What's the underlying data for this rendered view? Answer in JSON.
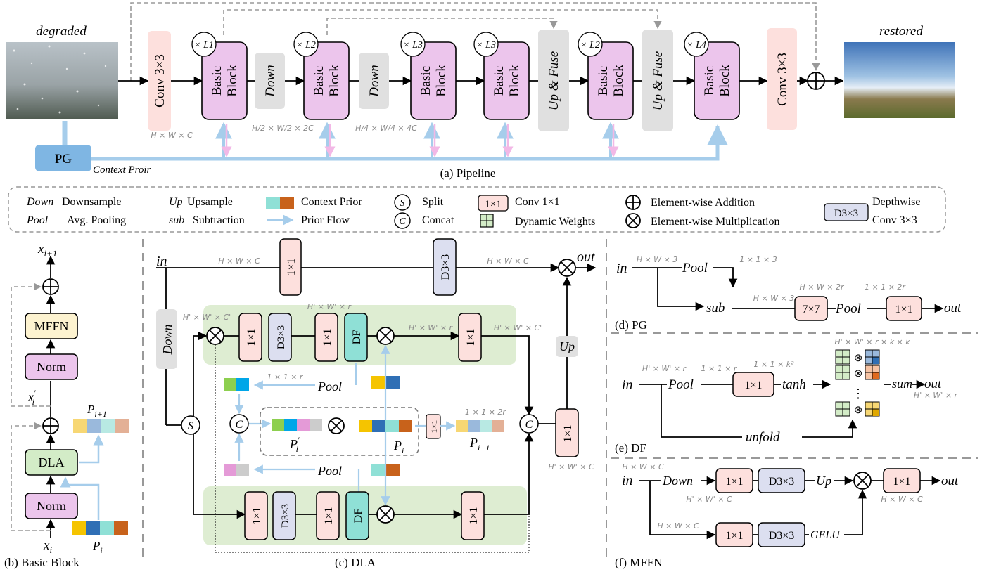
{
  "pipeline": {
    "caption": "(a) Pipeline",
    "input_label": "degraded",
    "output_label": "restored",
    "conv_in": "Conv 3×3",
    "conv_out": "Conv 3×3",
    "basic_line1": "Basic",
    "basic_line2": "Block",
    "down": "Down",
    "upfuse": "Up & Fuse",
    "mult": [
      "× L1",
      "× L2",
      "× L3",
      "× L3",
      "× L2",
      "× L4"
    ],
    "dim_in": "H × W × C",
    "dim_1": "H/2 × W/2 × 2C",
    "dim_2": "H/4 × W/4 × 4C",
    "pg": "PG",
    "context_prior": "Context Proir"
  },
  "legend": {
    "down": "Down",
    "downsample": "Downsample",
    "pool": "Pool",
    "avg_pooling": "Avg. Pooling",
    "up": "Up",
    "upsample": "Upsample",
    "sub": "sub",
    "subtraction": "Subtraction",
    "context_prior": "Context Prior",
    "prior_flow": "Prior Flow",
    "split_sym": "S",
    "split": "Split",
    "concat_sym": "C",
    "concat": "Concat",
    "conv_sym": "1×1",
    "conv": "Conv 1×1",
    "dyn": "Dynamic Weights",
    "add": "Element-wise Addition",
    "mul": "Element-wise Multiplication",
    "dw_sym": "D3×3",
    "dw1": "Depthwise",
    "dw2": "Conv 3×3"
  },
  "basic_block": {
    "caption": "(b) Basic Block",
    "mffn": "MFFN",
    "norm": "Norm",
    "dla": "DLA",
    "x_out": "x i+1",
    "x_mid": "x' i",
    "x_in": "x i",
    "p_out": "P i+1",
    "p_in": "P i"
  },
  "dla": {
    "caption": "(c) DLA",
    "in": "in",
    "out": "out",
    "down": "Down",
    "up": "Up",
    "pool": "Pool",
    "conv": "1×1",
    "dw": "D3×3",
    "df": "DF",
    "split": "S",
    "concat": "C",
    "dim_hwc": "H × W × C",
    "dim_hwc2": "H × W × C",
    "dim_hpwpcp": "H' × W' × C'",
    "dim_hpwpr": "H' × W' × r",
    "dim_hpwpr2": "H' × W' × r",
    "dim_hpwpcp2": "H' × W' × C'",
    "dim_11r": "1 × 1 × r",
    "dim_112r": "1 × 1 × 2r",
    "dim_hpwpc": "H' × W' × C",
    "p_i_prime": "P'i",
    "p_i": "Pi",
    "p_next": "P i+1"
  },
  "pg": {
    "caption": "(d) PG",
    "in": "in",
    "pool": "Pool",
    "sub": "sub",
    "conv7": "7×7",
    "conv1": "1×1",
    "out": "out",
    "dim_hw3": "H × W × 3",
    "dim_113": "1 × 1 × 3",
    "dim_hw3b": "H × W × 3",
    "dim_hw2r": "H × W × 2r",
    "dim_112r": "1 × 1 × 2r"
  },
  "df": {
    "caption": "(e) DF",
    "in": "in",
    "pool": "Pool",
    "conv": "1×1",
    "tanh": "tanh",
    "sum": "sum",
    "out": "out",
    "unfold": "unfold",
    "dim_in": "H' × W' × r",
    "dim_11r": "1 × 1 × r",
    "dim_11k2": "1 × 1 × k²",
    "dim_top": "H' × W' × r × k × k",
    "dim_out": "H' × W' × r"
  },
  "mffn": {
    "caption": "(f) MFFN",
    "in": "in",
    "down": "Down",
    "conv": "1×1",
    "dw": "D3×3",
    "up": "Up",
    "gelu": "GELU",
    "out": "out",
    "dim_hwc": "H × W × C",
    "dim_hpwpc": "H' × W' × C",
    "dim_hwc2": "H × W × C",
    "dim_hwc3": "H × W × C"
  },
  "colors": {
    "basic_block": "#ecc5ec",
    "conv_pink": "#fde0dd",
    "grey_box": "#e0e0e0",
    "prior_flow": "#a6cdeb",
    "pg_box": "#7fb6e3",
    "green_bg": "#deedd2",
    "dla_box": "#d3ecc7",
    "mffn_box": "#fdf3d0",
    "df_box": "#8fe0d6",
    "dw_box": "#dcdff0"
  }
}
